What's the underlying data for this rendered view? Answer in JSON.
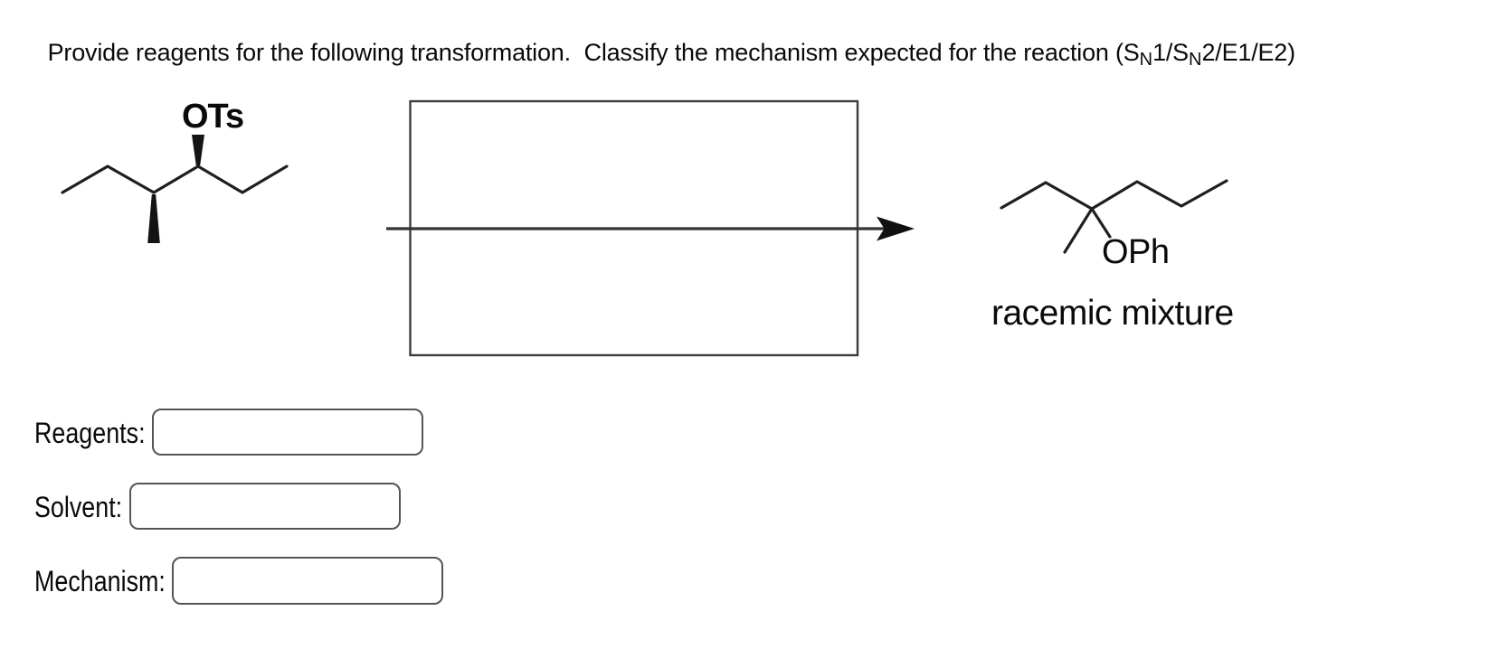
{
  "title": {
    "part1": "Provide reagents for the following transformation.  Classify the mechanism expected for the reaction (S",
    "sub1": "N",
    "part2": "1/S",
    "sub2": "N",
    "part3": "2/E1/E2)"
  },
  "scheme": {
    "reactant_substituent_label": "OTs",
    "product_substituent_label": "OPh",
    "product_note": "racemic mixture"
  },
  "form": {
    "fields": [
      {
        "label": "Reagents:",
        "value": ""
      },
      {
        "label": "Solvent:",
        "value": ""
      },
      {
        "label": "Mechanism:",
        "value": ""
      }
    ]
  },
  "colors": {
    "text": "#0a0a0a",
    "structure_stroke": "#1f1f1f",
    "scheme_box_border": "#3c3c3c",
    "arrow": "#333333",
    "input_border": "#555555",
    "background": "#ffffff"
  }
}
